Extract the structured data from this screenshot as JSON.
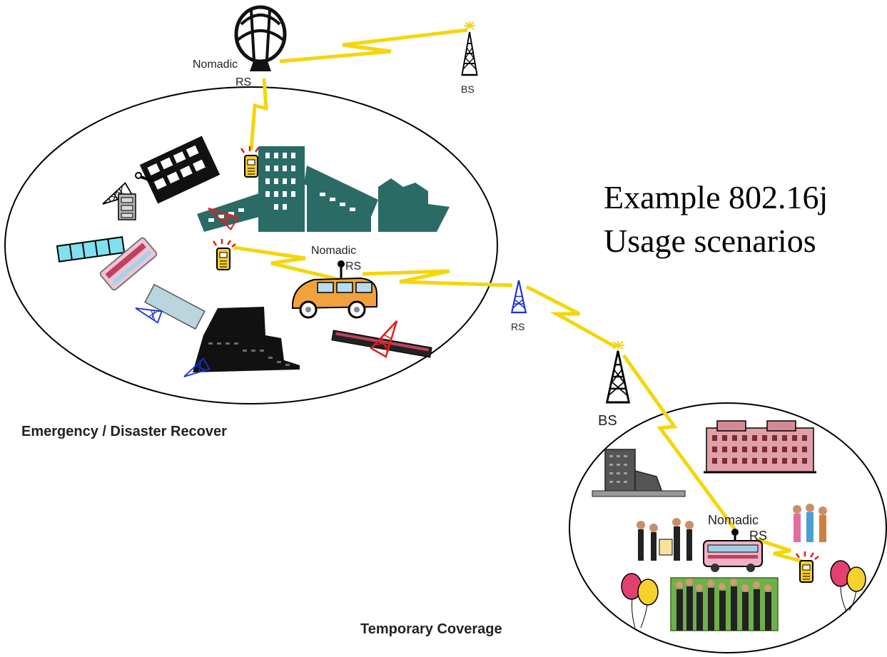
{
  "title": {
    "line1": "Example 802.16j",
    "line2": "Usage scenarios"
  },
  "regions": {
    "emergency": "Emergency / Disaster Recover",
    "temporary": "Temporary Coverage"
  },
  "nodes": {
    "balloon_label": "Nomadic",
    "balloon_rs": "RS",
    "top_bs": "BS",
    "van_label": "Nomadic",
    "van_rs": "RS",
    "mid_rs": "RS",
    "right_bs": "BS",
    "bus_label": "Nomadic",
    "bus_rs": "RS"
  },
  "colors": {
    "link": "#f5d60a",
    "link_edge": "#c9a400",
    "building": "#2a6b66",
    "tower_red": "#e02020",
    "tower_blue": "#1a2fd0",
    "pink": "#e9a8c8"
  }
}
